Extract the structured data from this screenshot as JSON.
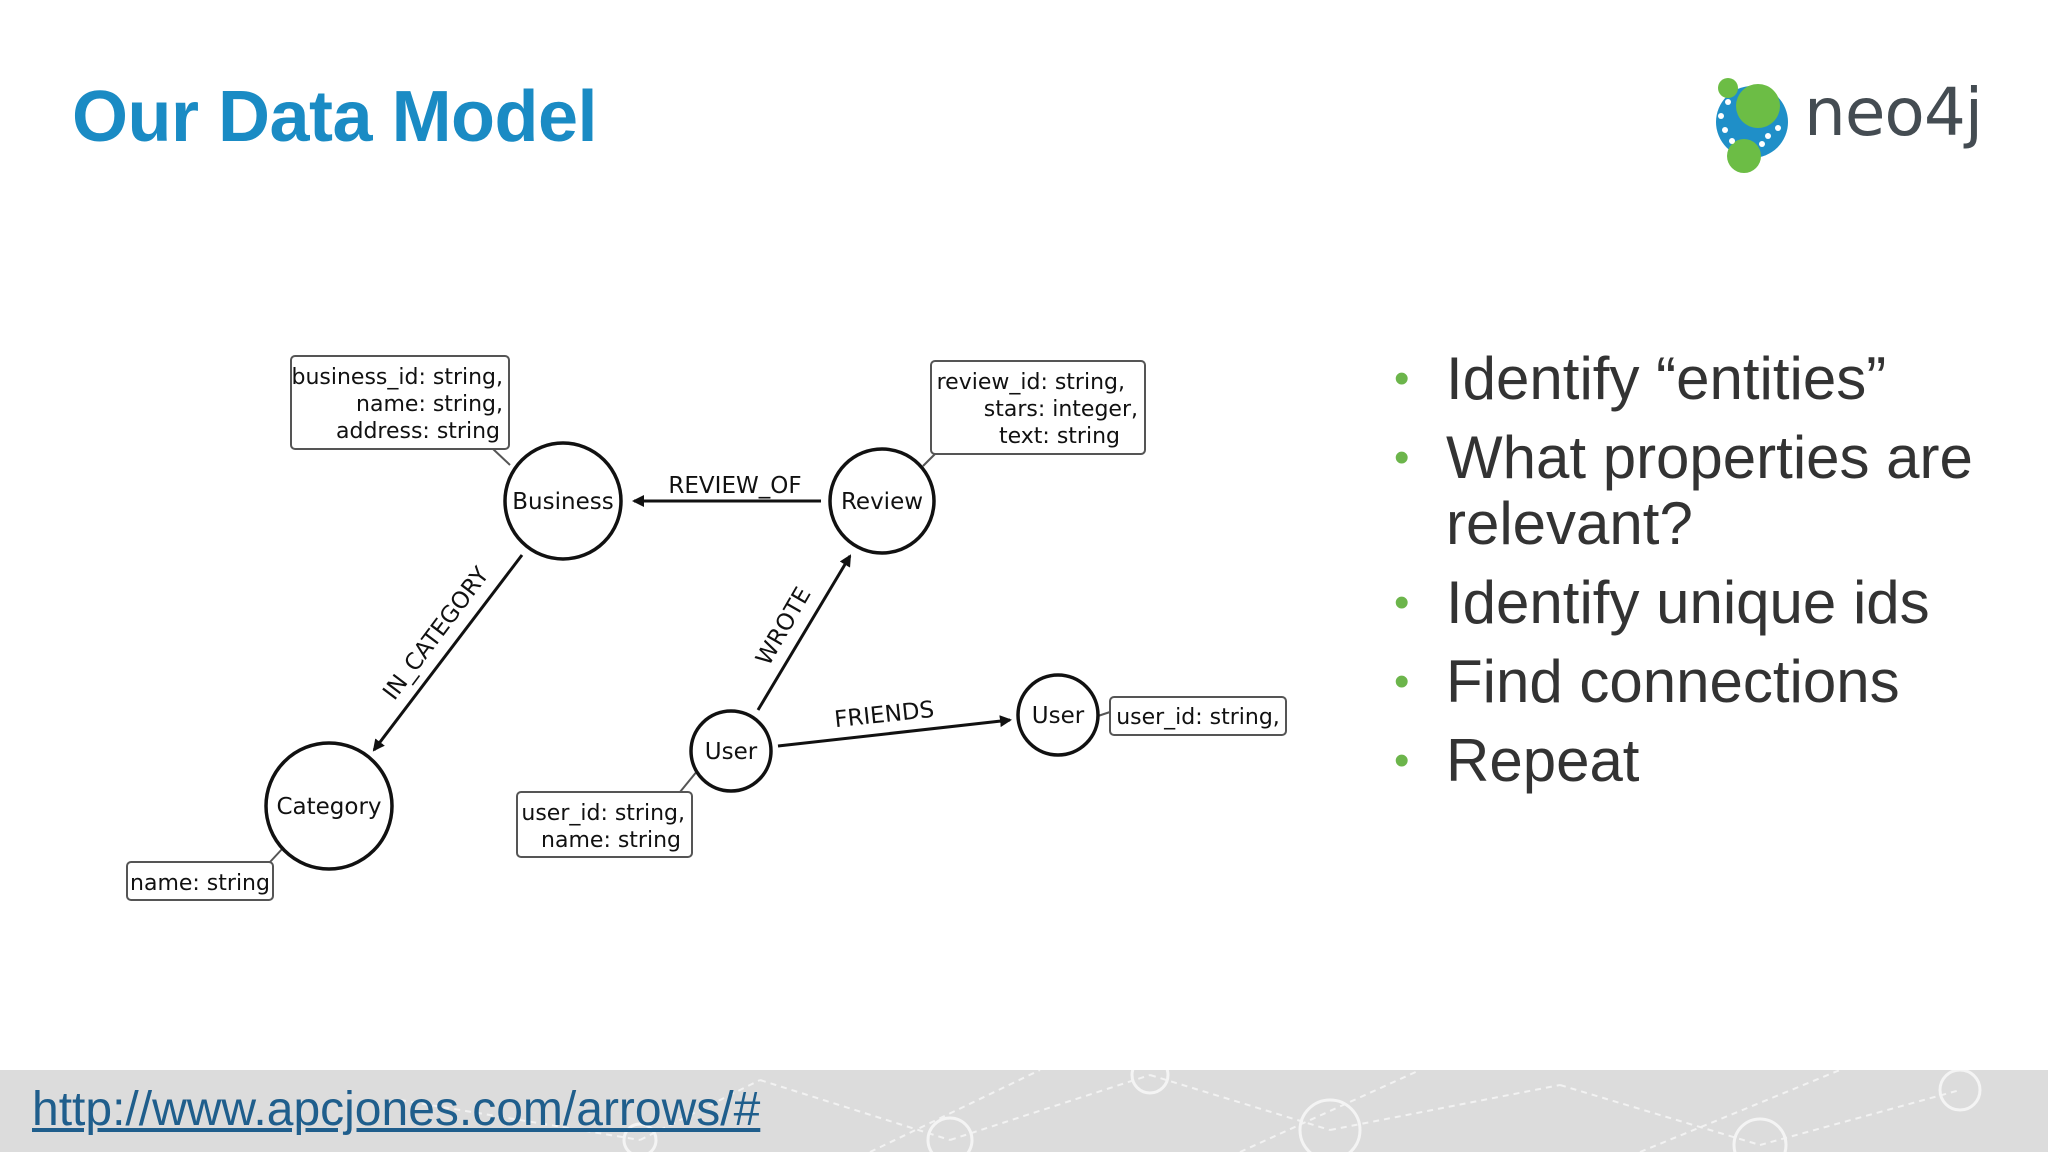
{
  "slide": {
    "title": "Our Data Model",
    "logo": {
      "text": "neo4j"
    },
    "diagram": {
      "nodes": {
        "business": "Business",
        "review": "Review",
        "category": "Category",
        "user_center": "User",
        "user_right": "User"
      },
      "relationships": {
        "review_of": "REVIEW_OF",
        "in_category": "IN_CATEGORY",
        "wrote": "WROTE",
        "friends": "FRIENDS"
      },
      "properties": {
        "business": [
          "business_id: string,",
          "name: string,",
          "address: string"
        ],
        "review": [
          "review_id: string,",
          "stars: integer,",
          "text: string"
        ],
        "category": [
          "name: string"
        ],
        "user_center": [
          "user_id: string,",
          "name: string"
        ],
        "user_right": [
          "user_id: string,"
        ]
      }
    },
    "bullets": [
      "Identify “entities”",
      "What properties are relevant?",
      "Identify unique ids",
      "Find connections",
      "Repeat"
    ],
    "bullet_color": "#6cb54b",
    "title_color": "#1a8bc4",
    "footer": {
      "link": "http://www.apcjones.com/arrows/#"
    }
  }
}
